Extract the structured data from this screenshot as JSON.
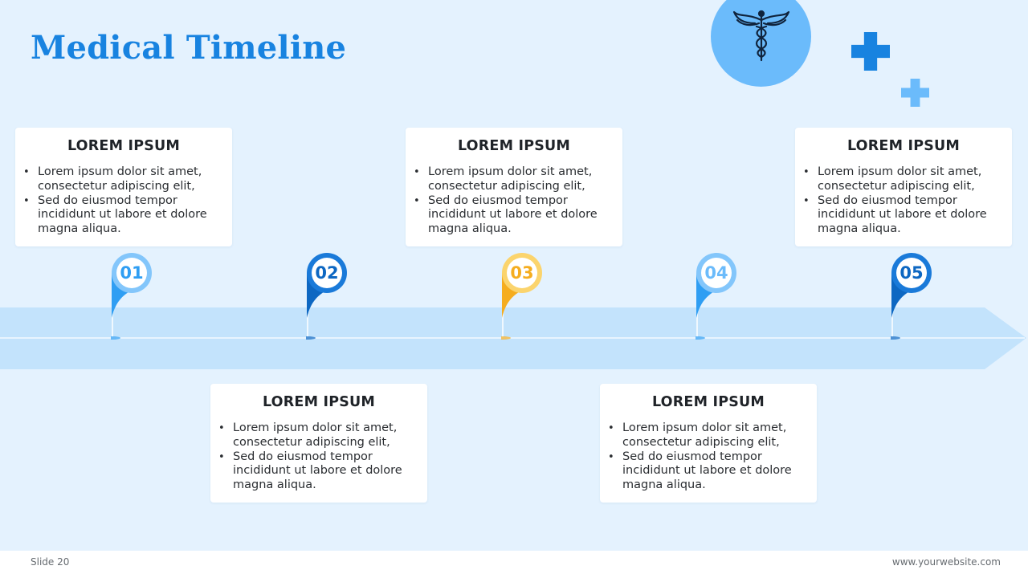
{
  "title": "Medical Timeline",
  "milestones": [
    {
      "number": "01",
      "color": "#2f9ef3",
      "ring": "#83c6fb",
      "text": "#2f9ef3"
    },
    {
      "number": "02",
      "color": "#0d67c2",
      "ring": "#1a7ad9",
      "text": "#0d67c2"
    },
    {
      "number": "03",
      "color": "#f5ad1f",
      "ring": "#fbd46d",
      "text": "#f5ad1f"
    },
    {
      "number": "04",
      "color": "#2f9ef3",
      "ring": "#83c6fb",
      "text": "#6bbbfb"
    },
    {
      "number": "05",
      "color": "#0d67c2",
      "ring": "#1a7ad9",
      "text": "#0d67c2"
    }
  ],
  "cards": [
    {
      "title": "LOREM IPSUM",
      "bullets": [
        "Lorem ipsum dolor sit amet, consectetur adipiscing elit,",
        "Sed do eiusmod tempor incididunt ut labore et dolore magna aliqua."
      ]
    },
    {
      "title": "LOREM IPSUM",
      "bullets": [
        "Lorem ipsum dolor sit amet, consectetur adipiscing elit,",
        "Sed do eiusmod tempor incididunt ut labore et dolore magna aliqua."
      ]
    },
    {
      "title": "LOREM IPSUM",
      "bullets": [
        "Lorem ipsum dolor sit amet, consectetur adipiscing elit,",
        "Sed do eiusmod tempor incididunt ut labore et dolore magna aliqua."
      ]
    },
    {
      "title": "LOREM IPSUM",
      "bullets": [
        "Lorem ipsum dolor sit amet, consectetur adipiscing elit,",
        "Sed do eiusmod tempor incididunt ut labore et dolore magna aliqua."
      ]
    },
    {
      "title": "LOREM IPSUM",
      "bullets": [
        "Lorem ipsum dolor sit amet, consectetur adipiscing elit,",
        "Sed do eiusmod tempor incididunt ut labore et dolore magna aliqua."
      ]
    }
  ],
  "icons": {
    "medical": "caduceus-icon",
    "cross_large": "plus-cross-icon",
    "cross_small": "plus-cross-icon"
  },
  "colors": {
    "accent": "#1883e0",
    "background": "#e4f2fe",
    "arrow": "#c3e3fc",
    "cross_large": "#1883e0",
    "cross_small": "#6bbbfb"
  },
  "footer": {
    "slide": "Slide 20",
    "website": "www.yourwebsite.com"
  }
}
